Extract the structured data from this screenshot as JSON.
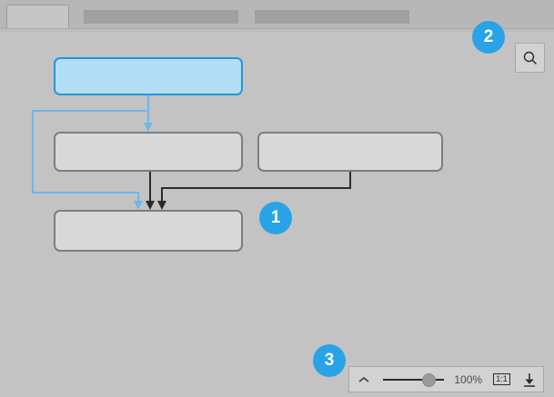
{
  "window": {
    "background_color": "#c3c3c3"
  },
  "tabbar": {
    "background_color": "#b7b7b7",
    "active_underline_color": "#1d9bf0",
    "tabs": [
      {
        "name": "tab-1",
        "label": "",
        "active": true
      },
      {
        "name": "tab-2",
        "label": "",
        "active": false
      },
      {
        "name": "tab-3",
        "label": "",
        "active": false
      }
    ]
  },
  "diagram": {
    "node_fill_gray": "#d8d8d8",
    "node_border_gray": "#7d7d7d",
    "node_fill_blue": "#b3ddf5",
    "node_border_blue": "#2196e3",
    "connector_color_black": "#2b2b2b",
    "connector_color_blue": "#6cb7ee",
    "nodes": [
      {
        "id": "node-root",
        "label": "",
        "highlighted": true
      },
      {
        "id": "node-mid-l",
        "label": "",
        "highlighted": false
      },
      {
        "id": "node-mid-r",
        "label": "",
        "highlighted": false
      },
      {
        "id": "node-bottom",
        "label": "",
        "highlighted": false
      }
    ]
  },
  "badges": {
    "color": "#29a3e8",
    "items": [
      {
        "id": "badge-1",
        "label": "1"
      },
      {
        "id": "badge-2",
        "label": "2"
      },
      {
        "id": "badge-3",
        "label": "3"
      }
    ]
  },
  "search": {
    "icon": "search-icon",
    "tooltip": "Search"
  },
  "zoom_toolbar": {
    "collapse_icon": "chevron-up-icon",
    "zoom_level": "100%",
    "slider_value": 70,
    "fit_label": "1:1",
    "download_icon": "download-icon"
  }
}
